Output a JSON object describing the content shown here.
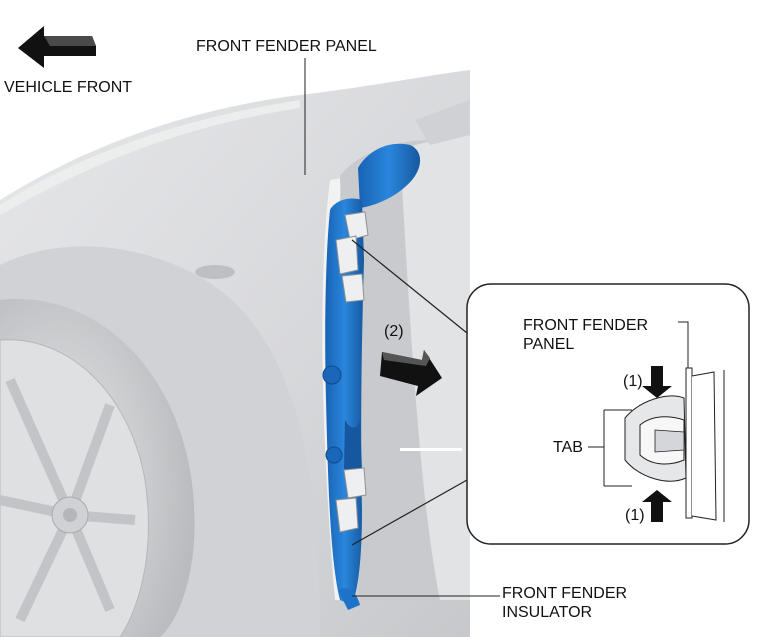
{
  "labels": {
    "vehicle_front": "VEHICLE FRONT",
    "front_fender_panel": "FRONT FENDER PANEL",
    "detail_panel_line1": "FRONT FENDER",
    "detail_panel_line2": "PANEL",
    "step2": "(2)",
    "step1_top": "(1)",
    "step1_bottom": "(1)",
    "tab": "TAB",
    "insulator_line1": "FRONT FENDER",
    "insulator_line2": "INSULATOR"
  },
  "colors": {
    "insulator": "#1e73c8",
    "insulator_shade": "#1558a0",
    "body": "#d9dadc",
    "body_dark": "#bfc1c4",
    "arrow": "#111111",
    "line": "#222222"
  },
  "icons": {
    "direction_arrow": "vehicle-front-arrow-icon",
    "push_arrow": "push-arrow-icon",
    "pull_arrow": "pull-arrow-icon"
  }
}
